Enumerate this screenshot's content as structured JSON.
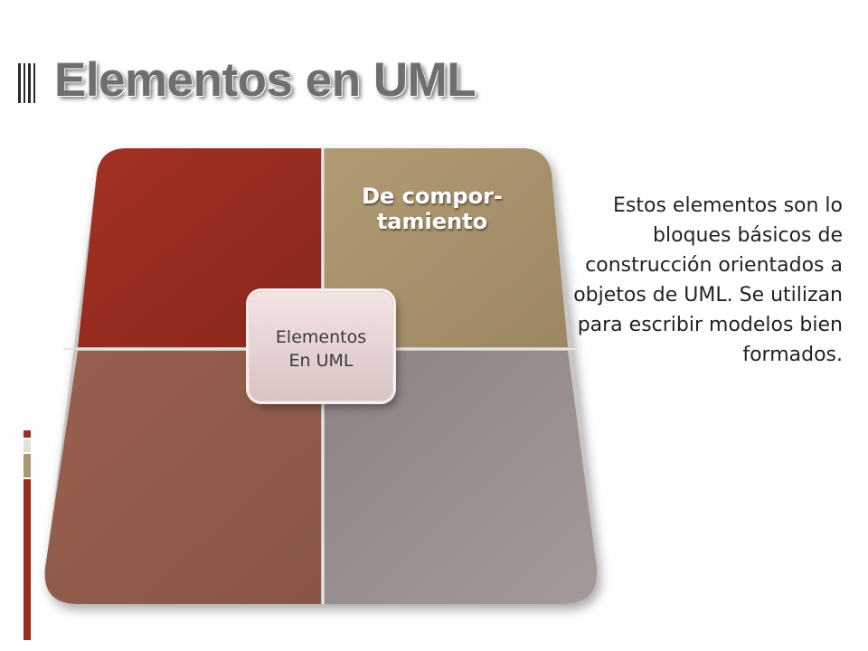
{
  "slide": {
    "title": "Elementos en UML",
    "description": "Estos elementos son lo bloques básicos de construcción orientados a objetos de UML. Se utilizan para escribir modelos bien formados."
  },
  "diagram": {
    "quadrants": [
      {
        "position": "top-left",
        "label": "",
        "color": "#952a1f"
      },
      {
        "position": "top-right",
        "label": "De compor-\ntamiento",
        "color": "#a8936d"
      },
      {
        "position": "bottom-left",
        "label": "",
        "color": "#8f5c4e"
      },
      {
        "position": "bottom-right",
        "label": "",
        "color": "#968a8a"
      }
    ],
    "center": {
      "label": "Elementos\nEn UML",
      "color": "#e7d3d3"
    }
  },
  "colors": {
    "accent_red": "#9a2f21",
    "accent_tan": "#a89674",
    "title_gray": "#6e6e6e"
  }
}
